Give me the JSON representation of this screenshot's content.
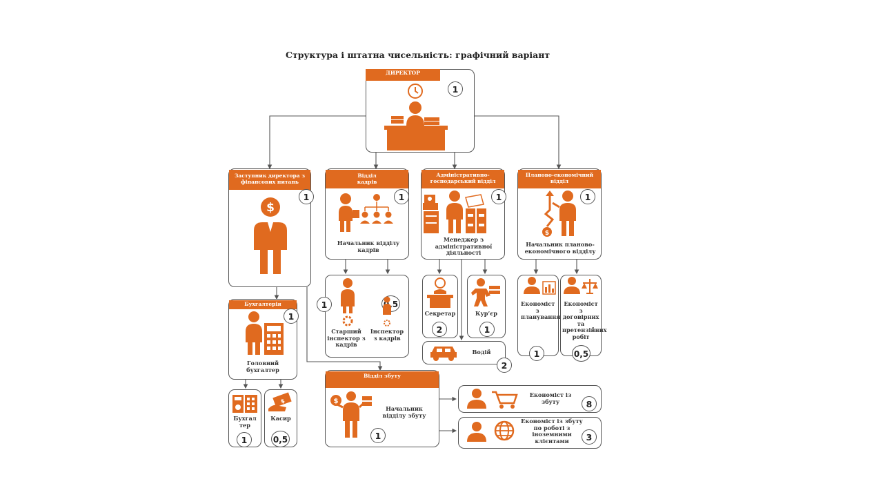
{
  "title": "Структура і штатна чисельність: графічний варіант",
  "colors": {
    "accent": "#e06a1f",
    "line": "#555555"
  },
  "director": {
    "header": "ДИРЕКТОР",
    "count": "1",
    "icon": "director-desk-icon"
  },
  "deputy": {
    "header": "Заступник директора з фінансових питань",
    "count": "1",
    "icon": "dollar-person-icon"
  },
  "hr": {
    "header": "Відділ кадрів",
    "label": "Начальник відділу кадрів",
    "count": "1",
    "icon": "org-chart-person-icon",
    "senior": {
      "label": "Старший інспектор з кадрів",
      "count": "1"
    },
    "inspector": {
      "label": "Інспектор з кадрів",
      "count": "0,5"
    }
  },
  "admin": {
    "header": "Адміністративно-господарський відділ",
    "label": "Менеджер з адміністративної діяльності",
    "count": "1",
    "icon": "office-manager-icon",
    "secretary": {
      "label": "Секретар",
      "count": "2"
    },
    "courier": {
      "label": "Кур’єр",
      "count": "1"
    },
    "driver": {
      "label": "Водій",
      "count": "2"
    }
  },
  "planning": {
    "header": "Планово-економічний відділ",
    "label": "Начальник планово-економічного відділу",
    "count": "1",
    "icon": "growth-chart-person-icon",
    "econ_plan": {
      "label": "Економіст з планування",
      "count": "1"
    },
    "econ_contract": {
      "label": "Економіст з договірних та претензійних робіт",
      "count": "0,5"
    }
  },
  "accounting": {
    "header": "Бухгалтерія",
    "label": "Головний бухгалтер",
    "count": "1",
    "icon": "calculator-person-icon",
    "accountant": {
      "label": "Бухгалтер",
      "count": "1"
    },
    "cashier": {
      "label": "Касир",
      "count": "0,5"
    }
  },
  "sales": {
    "header": "Відділ збуту",
    "label": "Начальник відділу збуту",
    "count": "1",
    "icon": "sales-head-icon",
    "economist": {
      "label": "Економіст із збуту",
      "count": "8"
    },
    "foreign": {
      "label": "Економіст із збуту по роботі з іноземними клієнтами",
      "count": "3"
    }
  }
}
